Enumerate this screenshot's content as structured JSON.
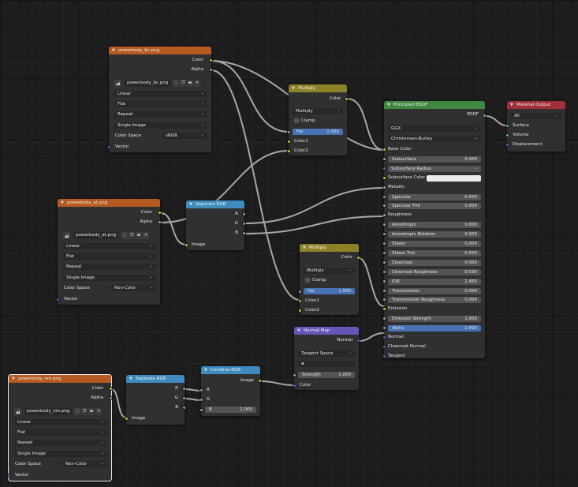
{
  "nodes": {
    "tex_bc": {
      "title": "powerbody_bc.png",
      "out_color": "Color",
      "out_alpha": "Alpha",
      "image_name": "powerbody_bc.png",
      "interp": "Linear",
      "proj": "Flat",
      "ext": "Repeat",
      "source": "Single Image",
      "cs_label": "Color Space",
      "cs_value": "sRGB",
      "in_vector": "Vector"
    },
    "tex_at": {
      "title": "powerbody_at.png",
      "out_color": "Color",
      "out_alpha": "Alpha",
      "image_name": "powerbody_at.png",
      "interp": "Linear",
      "proj": "Flat",
      "ext": "Repeat",
      "source": "Single Image",
      "cs_label": "Color Space",
      "cs_value": "Non-Color",
      "in_vector": "Vector"
    },
    "tex_nm": {
      "title": "powerbody_nm.png",
      "out_color": "Color",
      "out_alpha": "Alpha",
      "image_name": "powerbody_nm.png",
      "interp": "Linear",
      "proj": "Flat",
      "ext": "Repeat",
      "source": "Single Image",
      "cs_label": "Color Space",
      "cs_value": "Non-Color",
      "in_vector": "Vector"
    },
    "mul1": {
      "title": "Multiply",
      "out_color": "Color",
      "mode": "Multiply",
      "clamp": "Clamp",
      "fac_label": "Fac",
      "fac_value": "1.000",
      "in1": "Color1",
      "in2": "Color2"
    },
    "mul2": {
      "title": "Multiply",
      "out_color": "Color",
      "mode": "Multiply",
      "clamp": "Clamp",
      "fac_label": "Fac",
      "fac_value": "1.000",
      "in1": "Color1",
      "in2": "Color2"
    },
    "sep1": {
      "title": "Separate RGB",
      "r": "R",
      "g": "G",
      "b": "B",
      "in_image": "Image"
    },
    "sep2": {
      "title": "Separate RGB",
      "r": "R",
      "g": "G",
      "b": "B",
      "in_image": "Image"
    },
    "comb": {
      "title": "Combine RGB",
      "out_image": "Image",
      "r": "R",
      "g": "G",
      "b_label": "B",
      "b_value": "1.000"
    },
    "nmap": {
      "title": "Normal Map",
      "out_normal": "Normal",
      "space": "Tangent Space",
      "uv": "",
      "strength_label": "Strength",
      "strength_value": "1.000",
      "in_color": "Color"
    },
    "bsdf": {
      "title": "Principled BSDF",
      "out": "BSDF",
      "dist": "GGX",
      "sss": "Christensen-Burley",
      "rows": [
        {
          "label": "Base Color",
          "kind": "socket"
        },
        {
          "label": "Subsurface",
          "kind": "field",
          "value": "0.000"
        },
        {
          "label": "Subsurface Radius",
          "kind": "dropdown"
        },
        {
          "label": "Subsurface Color",
          "kind": "color"
        },
        {
          "label": "Metallic",
          "kind": "socket"
        },
        {
          "label": "Specular",
          "kind": "field",
          "value": "0.500"
        },
        {
          "label": "Specular Tint",
          "kind": "field",
          "value": "0.000"
        },
        {
          "label": "Roughness",
          "kind": "socket"
        },
        {
          "label": "Anisotropic",
          "kind": "field",
          "value": "0.000"
        },
        {
          "label": "Anisotropic Rotation",
          "kind": "field",
          "value": "0.000"
        },
        {
          "label": "Sheen",
          "kind": "field",
          "value": "0.000"
        },
        {
          "label": "Sheen Tint",
          "kind": "field",
          "value": "0.500"
        },
        {
          "label": "Clearcoat",
          "kind": "field",
          "value": "0.000"
        },
        {
          "label": "Clearcoat Roughness",
          "kind": "field",
          "value": "0.030"
        },
        {
          "label": "IOR",
          "kind": "field",
          "value": "1.450"
        },
        {
          "label": "Transmission",
          "kind": "field",
          "value": "0.000"
        },
        {
          "label": "Transmission Roughness",
          "kind": "field",
          "value": "0.000"
        },
        {
          "label": "Emission",
          "kind": "socket"
        },
        {
          "label": "Emission Strength",
          "kind": "field",
          "value": "1.000"
        },
        {
          "label": "Alpha",
          "kind": "bluefield",
          "value": "1.000"
        },
        {
          "label": "Normal",
          "kind": "socket"
        },
        {
          "label": "Clearcoat Normal",
          "kind": "socket"
        },
        {
          "label": "Tangent",
          "kind": "socket"
        }
      ]
    },
    "out": {
      "title": "Material Output",
      "target": "All",
      "surface": "Surface",
      "volume": "Volume",
      "displacement": "Displacement"
    }
  },
  "colors": {
    "wire": "#a8a8a8",
    "grid": "#1d1d1d",
    "node": "#303030"
  }
}
